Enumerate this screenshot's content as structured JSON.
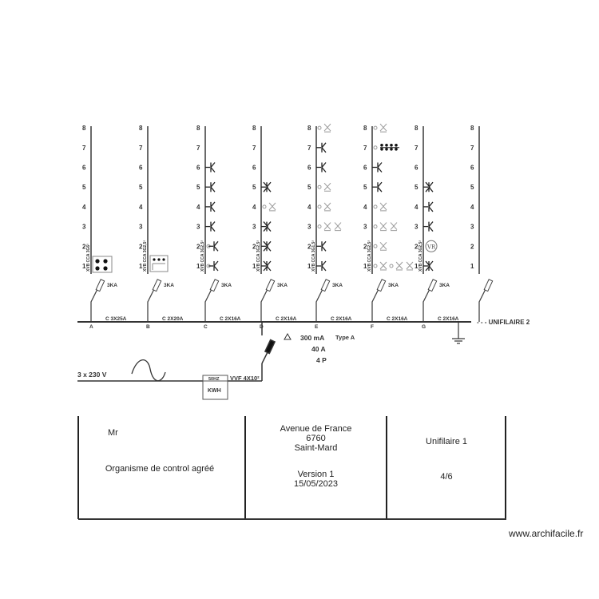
{
  "diagram": {
    "levels": [
      "1",
      "2",
      "3",
      "4",
      "5",
      "6",
      "7",
      "8"
    ],
    "columns": [
      {
        "letter": "A",
        "breaker": "C 3X25A",
        "kA": "3KA",
        "cable": "XVB CCA 3G6²",
        "points": [
          {
            "n": 1,
            "type": "cooker"
          }
        ]
      },
      {
        "letter": "B",
        "breaker": "C 2X20A",
        "kA": "3KA",
        "cable": "XVB CCA 3G2,5²",
        "points": [
          {
            "n": 1,
            "type": "oven"
          }
        ]
      },
      {
        "letter": "C",
        "breaker": "C 2X16A",
        "kA": "3KA",
        "cable": "XVB CCA 3G2,5²",
        "points": [
          {
            "n": 1,
            "type": "socket-switch"
          },
          {
            "n": 2,
            "type": "socket-switch"
          },
          {
            "n": 3,
            "type": "socket"
          },
          {
            "n": 4,
            "type": "socket"
          },
          {
            "n": 5,
            "type": "socket"
          },
          {
            "n": 6,
            "type": "socket"
          }
        ]
      },
      {
        "letter": "D",
        "breaker": "C 2X16A",
        "kA": "3KA",
        "cable": "XVB CCA 3G2,5²",
        "points": [
          {
            "n": 1,
            "type": "double-socket"
          },
          {
            "n": 2,
            "type": "double-socket"
          },
          {
            "n": 3,
            "type": "double-socket"
          },
          {
            "n": 4,
            "type": "light"
          },
          {
            "n": 5,
            "type": "double-socket"
          }
        ]
      },
      {
        "letter": "E",
        "breaker": "C 2X16A",
        "kA": "3KA",
        "cable": "XVB CCA 3G1,5²",
        "points": [
          {
            "n": 1,
            "type": "socket"
          },
          {
            "n": 2,
            "type": "socket"
          },
          {
            "n": 3,
            "type": "light-double"
          },
          {
            "n": 4,
            "type": "light"
          },
          {
            "n": 5,
            "type": "light"
          },
          {
            "n": 6,
            "type": "socket"
          },
          {
            "n": 7,
            "type": "socket"
          },
          {
            "n": 8,
            "type": "light"
          }
        ]
      },
      {
        "letter": "F",
        "breaker": "C 2X16A",
        "kA": "3KA",
        "cable": "XVB CCA 3G2,5²",
        "points": [
          {
            "n": 1,
            "type": "light-chain"
          },
          {
            "n": 2,
            "type": "light"
          },
          {
            "n": 3,
            "type": "light-double"
          },
          {
            "n": 4,
            "type": "light"
          },
          {
            "n": 5,
            "type": "socket"
          },
          {
            "n": 6,
            "type": "socket"
          },
          {
            "n": 7,
            "type": "heater"
          },
          {
            "n": 8,
            "type": "light"
          }
        ]
      },
      {
        "letter": "G",
        "breaker": "C 2X16A",
        "kA": "3KA",
        "cable": "XVB CCA 3G2,5²",
        "points": [
          {
            "n": 1,
            "type": "double-socket"
          },
          {
            "n": 2,
            "type": "vr"
          },
          {
            "n": 3,
            "type": "socket"
          },
          {
            "n": 4,
            "type": "socket"
          },
          {
            "n": 5,
            "type": "double-socket"
          }
        ]
      },
      {
        "letter": "",
        "breaker": "",
        "kA": "",
        "cable": "",
        "points": []
      }
    ],
    "vr_label": "VR",
    "next_sheet": "- - - UNIFILAIRE 2",
    "supply": "3 x 230 V",
    "meter_freq": "50HZ",
    "meter_label": "KWH",
    "main_cable": "VVF 4X10²",
    "differential": {
      "sensitivity": "300 mA",
      "type": "Type A",
      "rating": "40 A",
      "poles": "4 P"
    }
  },
  "title_block": {
    "client": "Mr",
    "inspector": "Organisme de control agréé",
    "address_line1": "Avenue de France",
    "address_line2": "6760",
    "address_line3": "Saint-Mard",
    "version": "Version 1",
    "date": "15/05/2023",
    "sheet_title": "Unifilaire 1",
    "page": "4/6"
  },
  "watermark": "www.archifacile.fr"
}
